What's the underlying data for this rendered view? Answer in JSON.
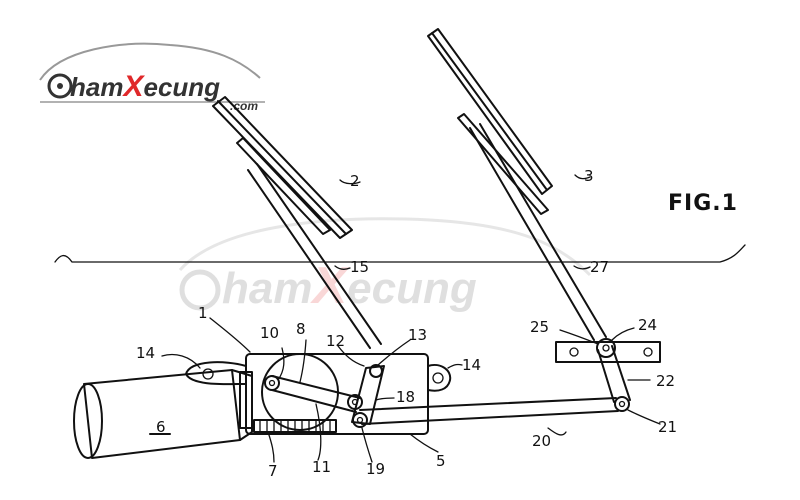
{
  "watermark": {
    "brand_prefix": "ham",
    "brand_mark": "X",
    "brand_suffix": "ecung",
    "brand_domain": ".com",
    "accent_color": "#e0282a"
  },
  "figure": {
    "title": "FIG.1",
    "labels": {
      "l1": "1",
      "l2": "2",
      "l3": "3",
      "l5": "5",
      "l6": "6",
      "l7": "7",
      "l8": "8",
      "l10": "10",
      "l11": "11",
      "l12": "12",
      "l13": "13",
      "l14a": "14",
      "l14b": "14",
      "l15": "15",
      "l18": "18",
      "l19": "19",
      "l20": "20",
      "l21": "21",
      "l22": "22",
      "l24": "24",
      "l25": "25",
      "l27": "27"
    }
  }
}
